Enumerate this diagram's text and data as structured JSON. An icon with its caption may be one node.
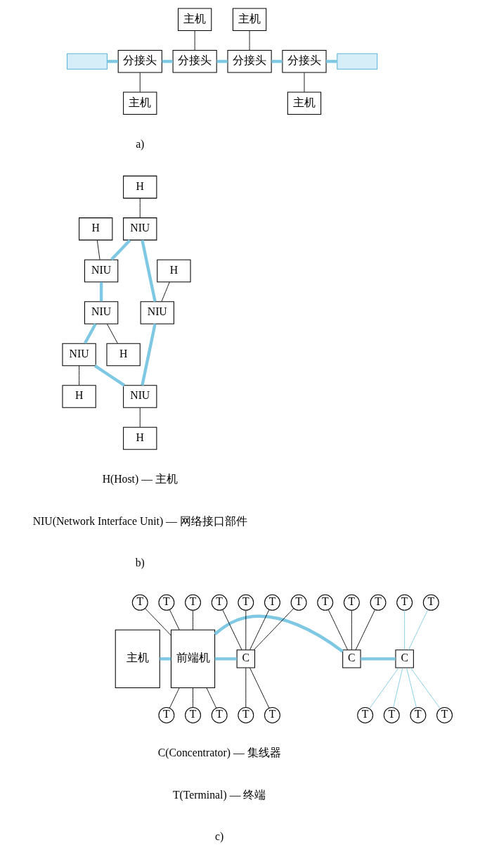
{
  "diagram": {
    "nodes": [
      {
        "text": [
          "主机"
        ]
      },
      {
        "text": [
          "主机"
        ]
      },
      {
        "text": [],
        "shape": "box"
      },
      {
        "text": [
          "分接头"
        ]
      },
      {
        "text": [
          "分接头"
        ]
      },
      {
        "text": [
          "分接头"
        ]
      },
      {
        "text": [
          "分接头"
        ]
      },
      {
        "text": [],
        "shape": "box"
      },
      {
        "text": [
          "主机"
        ]
      },
      {
        "text": [
          "主机"
        ]
      },
      {
        "text": [
          "H"
        ]
      },
      {
        "text": [
          "H"
        ]
      },
      {
        "text": [
          "NIU"
        ]
      },
      {
        "text": [
          "NIU"
        ]
      },
      {
        "text": [
          "H"
        ]
      },
      {
        "text": [
          "NIU"
        ]
      },
      {
        "text": [
          "NIU"
        ]
      },
      {
        "text": [
          "H"
        ]
      },
      {
        "text": [
          "NIU"
        ]
      },
      {
        "text": [
          "NIU"
        ]
      },
      {
        "text": [
          "H"
        ]
      },
      {
        "text": [
          "H"
        ]
      },
      {
        "text": [
          "主机"
        ]
      },
      {
        "text": [
          "前端机"
        ]
      },
      {
        "text": [
          "T"
        ]
      },
      {
        "text": [
          "T"
        ]
      },
      {
        "text": [
          "T"
        ]
      },
      {
        "text": [
          "C"
        ]
      },
      {
        "text": [
          "T"
        ]
      },
      {
        "text": [
          "T"
        ]
      },
      {
        "text": [
          "T"
        ]
      },
      {
        "text": [
          "T"
        ]
      },
      {
        "text": [
          "T"
        ]
      },
      {
        "text": [
          "T"
        ]
      },
      {
        "text": [
          "C"
        ]
      },
      {
        "text": [
          "T"
        ]
      },
      {
        "text": [
          "T"
        ]
      },
      {
        "text": [
          "T"
        ]
      },
      {
        "text": [
          "C"
        ]
      },
      {
        "text": [
          "T"
        ]
      },
      {
        "text": [
          "T"
        ]
      },
      {
        "text": [
          "T"
        ]
      },
      {
        "text": [
          "T"
        ]
      },
      {
        "text": [
          "T"
        ]
      },
      {
        "text": [
          "T"
        ]
      },
      {
        "text": [
          "T"
        ]
      },
      {
        "text": [
          "T"
        ]
      },
      {
        "text": [
          "T"
        ]
      }
    ],
    "edges": [
      {
        "from": 2,
        "to": 3,
        "arrow": "none",
        "style": "thick",
        "color": "#7ec8e3"
      },
      {
        "from": 3,
        "to": 4,
        "arrow": "none",
        "style": "thick",
        "color": "#7ec8e3"
      },
      {
        "from": 4,
        "to": 5,
        "arrow": "none",
        "style": "thick",
        "color": "#7ec8e3"
      },
      {
        "from": 5,
        "to": 6,
        "arrow": "none",
        "style": "thick",
        "color": "#7ec8e3"
      },
      {
        "from": 6,
        "to": 7,
        "arrow": "none",
        "style": "thick",
        "color": "#7ec8e3"
      },
      {
        "from": 0,
        "to": 4,
        "arrow": "none"
      },
      {
        "from": 1,
        "to": 5,
        "arrow": "none"
      },
      {
        "from": 3,
        "to": 8,
        "arrow": "none"
      },
      {
        "from": 6,
        "to": 9,
        "arrow": "none"
      },
      {
        "from": 10,
        "to": 12,
        "arrow": "none"
      },
      {
        "from": 11,
        "to": 13,
        "arrow": "none"
      },
      {
        "from": 14,
        "to": 15,
        "arrow": "none"
      },
      {
        "from": 16,
        "to": 17,
        "arrow": "none"
      },
      {
        "from": 18,
        "to": 20,
        "arrow": "none"
      },
      {
        "from": 19,
        "to": 21,
        "arrow": "none"
      },
      {
        "from": 12,
        "to": 13,
        "arrow": "none",
        "style": "thick",
        "color": "#7ec8e3"
      },
      {
        "from": 13,
        "to": 16,
        "arrow": "none",
        "style": "thick",
        "color": "#7ec8e3"
      },
      {
        "from": 16,
        "to": 19,
        "arrow": "none",
        "style": "thick",
        "color": "#7ec8e3"
      },
      {
        "from": 19,
        "to": 18,
        "arrow": "none",
        "style": "thick",
        "color": "#7ec8e3"
      },
      {
        "from": 18,
        "to": 15,
        "arrow": "none",
        "style": "thick",
        "color": "#7ec8e3"
      },
      {
        "from": 15,
        "to": 12,
        "arrow": "none",
        "style": "thick",
        "color": "#7ec8e3"
      },
      {
        "from": 22,
        "to": 23,
        "arrow": "none",
        "style": "thick",
        "color": "#7ec8e3"
      },
      {
        "from": 23,
        "to": 24,
        "arrow": "none"
      },
      {
        "from": 23,
        "to": 25,
        "arrow": "none"
      },
      {
        "from": 23,
        "to": 26,
        "arrow": "none"
      },
      {
        "from": 23,
        "to": 27,
        "arrow": "none",
        "style": "thick",
        "color": "#7ec8e3"
      },
      {
        "from": 27,
        "to": 28,
        "arrow": "none"
      },
      {
        "from": 27,
        "to": 29,
        "arrow": "none"
      },
      {
        "from": 27,
        "to": 30,
        "arrow": "none"
      },
      {
        "from": 27,
        "to": 31,
        "arrow": "none"
      },
      {
        "from": 27,
        "to": 32,
        "arrow": "none"
      },
      {
        "from": 27,
        "to": 33,
        "arrow": "none"
      },
      {
        "from": 23,
        "to": 34,
        "arrow": "none",
        "style": "thick",
        "color": "#7ec8e3"
      },
      {
        "from": 34,
        "to": 35,
        "arrow": "none"
      },
      {
        "from": 34,
        "to": 36,
        "arrow": "none"
      },
      {
        "from": 34,
        "to": 37,
        "arrow": "none"
      },
      {
        "from": 34,
        "to": 38,
        "arrow": "none",
        "style": "thick",
        "color": "#7ec8e3"
      },
      {
        "from": 38,
        "to": 39,
        "arrow": "none",
        "color": "#7ec8e3"
      },
      {
        "from": 38,
        "to": 40,
        "arrow": "none",
        "color": "#7ec8e3"
      },
      {
        "from": 38,
        "to": 41,
        "arrow": "none",
        "color": "#7ec8e3"
      },
      {
        "from": 38,
        "to": 42,
        "arrow": "none",
        "color": "#7ec8e3"
      },
      {
        "from": 38,
        "to": 43,
        "arrow": "none",
        "color": "#7ec8e3"
      },
      {
        "from": 38,
        "to": 44,
        "arrow": "none",
        "color": "#7ec8e3"
      },
      {
        "from": 23,
        "to": 45,
        "arrow": "none"
      },
      {
        "from": 23,
        "to": 46,
        "arrow": "none"
      },
      {
        "from": 23,
        "to": 47,
        "arrow": "none"
      }
    ],
    "labels": [
      "a)",
      "H(Host) — 主机",
      "NIU(Network Interface Unit) — 网络接口部件",
      "b)",
      "C(Concentrator) — 集线器",
      "T(Terminal) — 终端",
      "c)"
    ]
  }
}
